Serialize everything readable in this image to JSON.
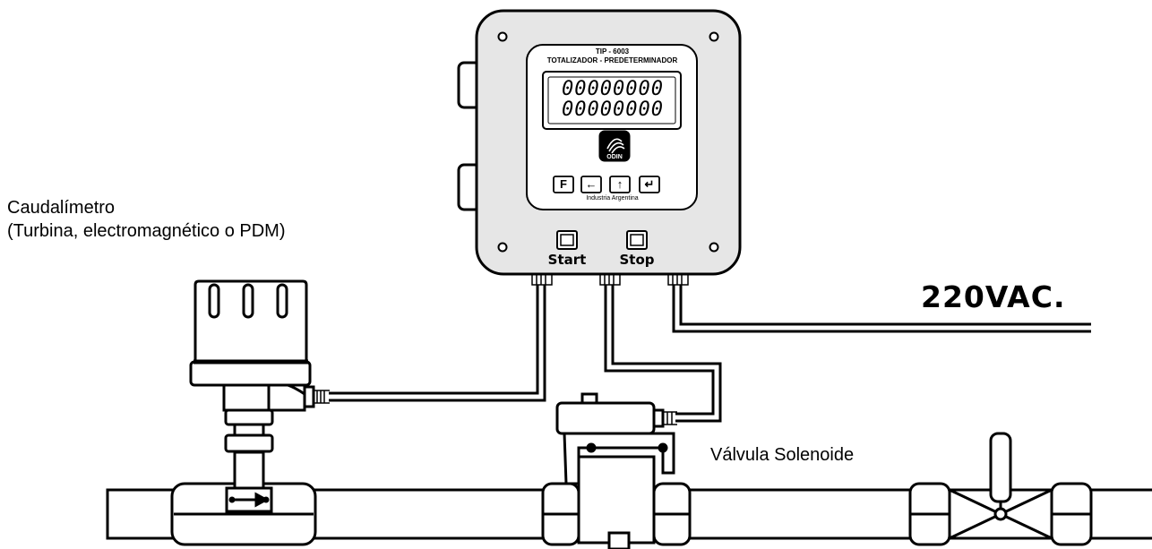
{
  "sensor": {
    "label_line1": "Caudalímetro",
    "label_line2": "(Turbina, electromagnético o PDM)"
  },
  "valve": {
    "label": "Válvula Solenoide"
  },
  "power": {
    "label": "220VAC."
  },
  "controller": {
    "model": "TIP - 6003",
    "subtitle": "TOTALIZADOR - PREDETERMINADOR",
    "display_line1": "00000000",
    "display_line2": "00000000",
    "brand": "ODIN",
    "origin": "Industria Argentina",
    "keys": [
      "F",
      "←",
      "↑",
      "↵"
    ],
    "start_label": "Start",
    "stop_label": "Stop"
  },
  "colors": {
    "line": "#000000",
    "enclosure": "#e6e6e6",
    "background": "#ffffff"
  }
}
